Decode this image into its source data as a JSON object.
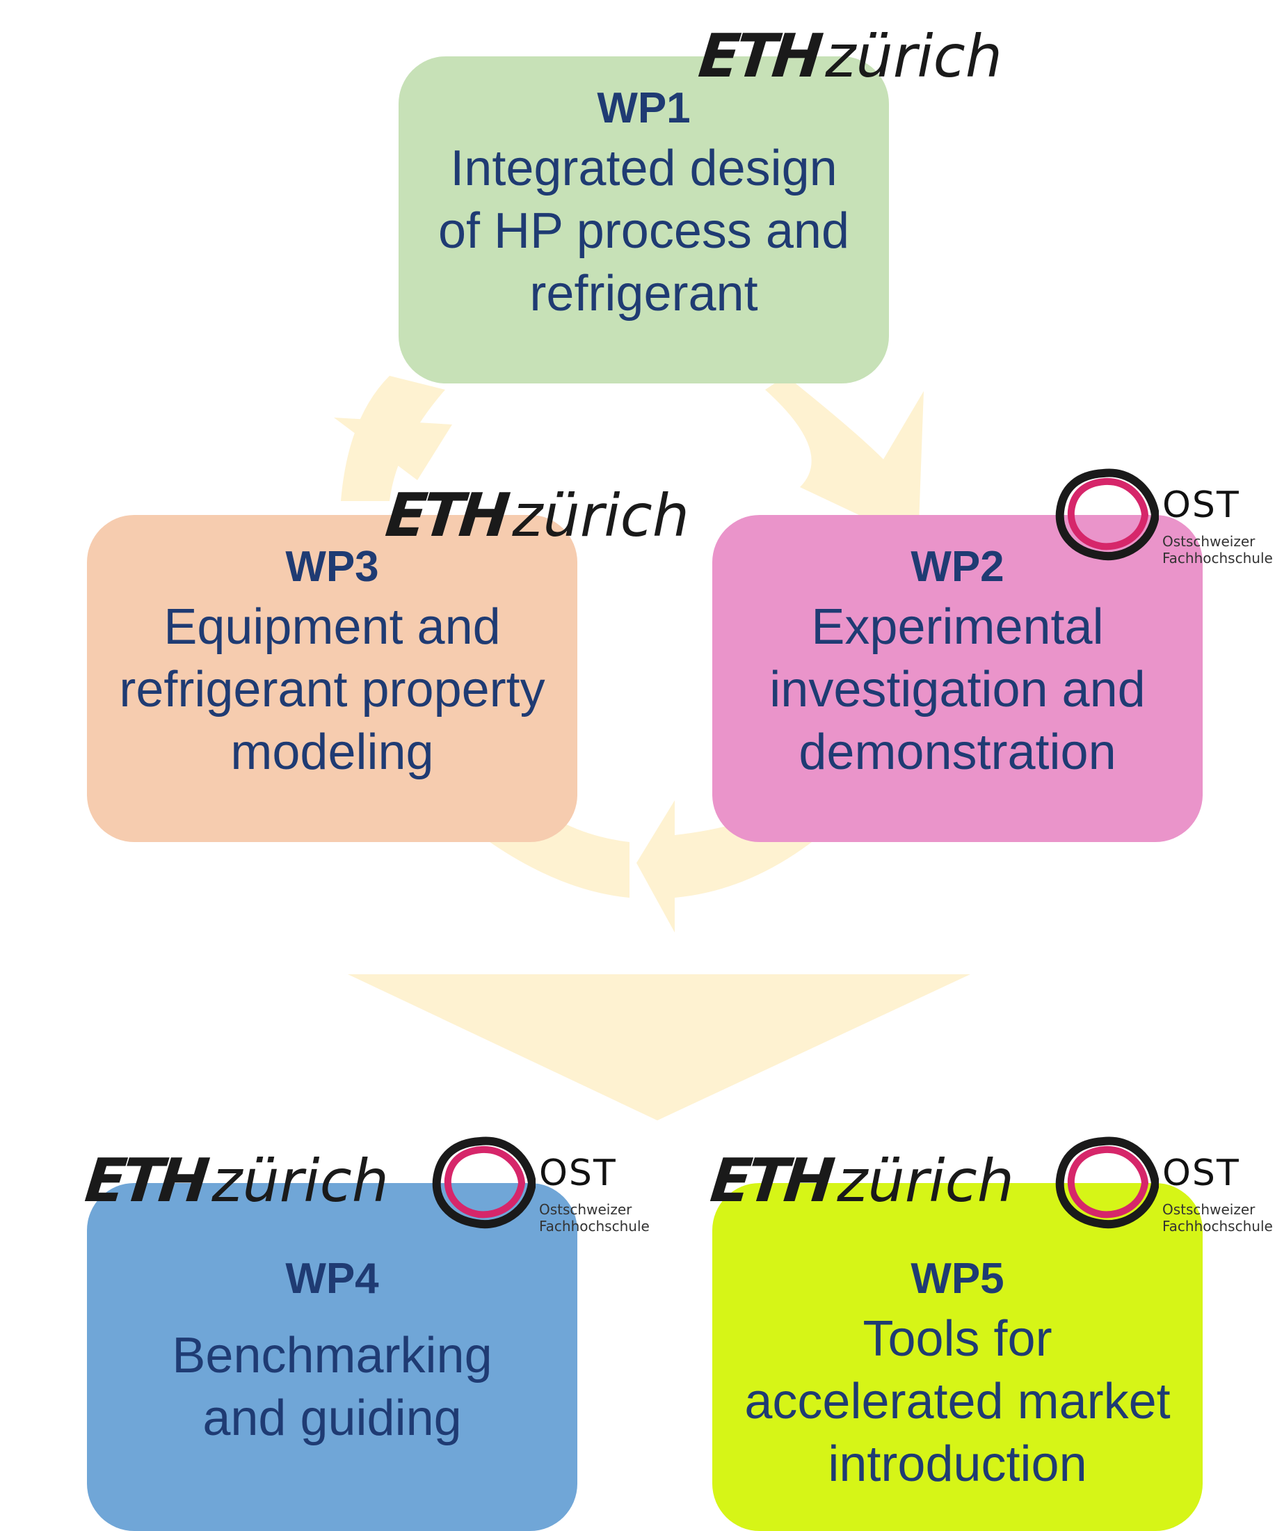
{
  "diagram": {
    "work_packages": [
      {
        "id": "WP1",
        "title_lines": [
          "Integrated design",
          "of HP process and",
          "refrigerant"
        ],
        "color": "#c7e1b7"
      },
      {
        "id": "WP2",
        "title_lines": [
          "Experimental",
          "investigation and",
          "demonstration"
        ],
        "color": "#ea94ca"
      },
      {
        "id": "WP3",
        "title_lines": [
          "Equipment and",
          "refrigerant property",
          "modeling"
        ],
        "color": "#f6ccaf"
      },
      {
        "id": "WP4",
        "title_lines": [
          "Benchmarking",
          "and guiding"
        ],
        "color": "#70a6d7"
      },
      {
        "id": "WP5",
        "title_lines": [
          "Tools for",
          "accelerated market",
          "introduction"
        ],
        "color": "#d6f517"
      }
    ],
    "logos": {
      "eth": {
        "strong": "ETH",
        "rest": "zürich"
      },
      "ost": {
        "name": "OST",
        "line1": "Ostschweizer",
        "line2": "Fachhochschule"
      }
    },
    "text_color": "#1f3b73",
    "cycle_arrow_color": "#fef2d1"
  }
}
